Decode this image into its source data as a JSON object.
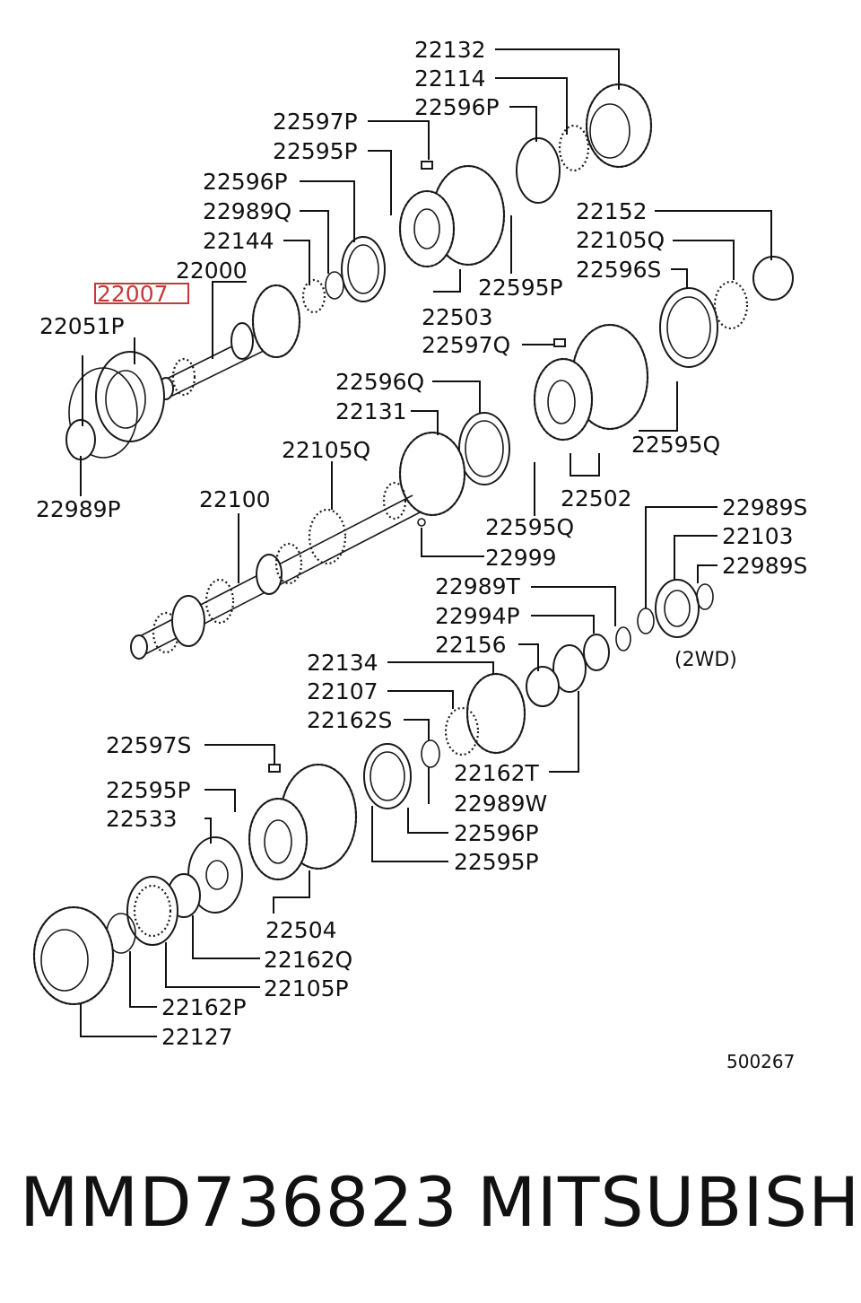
{
  "labels": {
    "l22132": "22132",
    "l22114": "22114",
    "l22596P_a": "22596P",
    "l22597P": "22597P",
    "l22595P_a": "22595P",
    "l22596P_b": "22596P",
    "l22989Q": "22989Q",
    "l22144": "22144",
    "l22000": "22000",
    "l22007": "22007",
    "l22051P": "22051P",
    "l22989P": "22989P",
    "l22595P_b": "22595P",
    "l22503": "22503",
    "l22152": "22152",
    "l22105Q_a": "22105Q",
    "l22596S": "22596S",
    "l22597Q": "22597Q",
    "l22596Q": "22596Q",
    "l22131": "22131",
    "l22105Q_b": "22105Q",
    "l22595Q_a": "22595Q",
    "l22100": "22100",
    "l22502": "22502",
    "l22595Q_b": "22595Q",
    "l22999": "22999",
    "l22989S_a": "22989S",
    "l22103": "22103",
    "l22989S_b": "22989S",
    "l22989T": "22989T",
    "l22994P": "22994P",
    "l22156": "22156",
    "l2wd": "(2WD)",
    "l22134": "22134",
    "l22107": "22107",
    "l22162S": "22162S",
    "l22597S": "22597S",
    "l22162T": "22162T",
    "l22595P_c": "22595P",
    "l22989W": "22989W",
    "l22533": "22533",
    "l22596P_c": "22596P",
    "l22595P_d": "22595P",
    "l22504": "22504",
    "l22162Q": "22162Q",
    "l22105P": "22105P",
    "l22162P": "22162P",
    "l22127": "22127",
    "figure_id": "500267"
  },
  "highlight_color": "#c43a3a",
  "footer": {
    "part_number": "MMD736823",
    "brand": "MITSUBISHI"
  }
}
